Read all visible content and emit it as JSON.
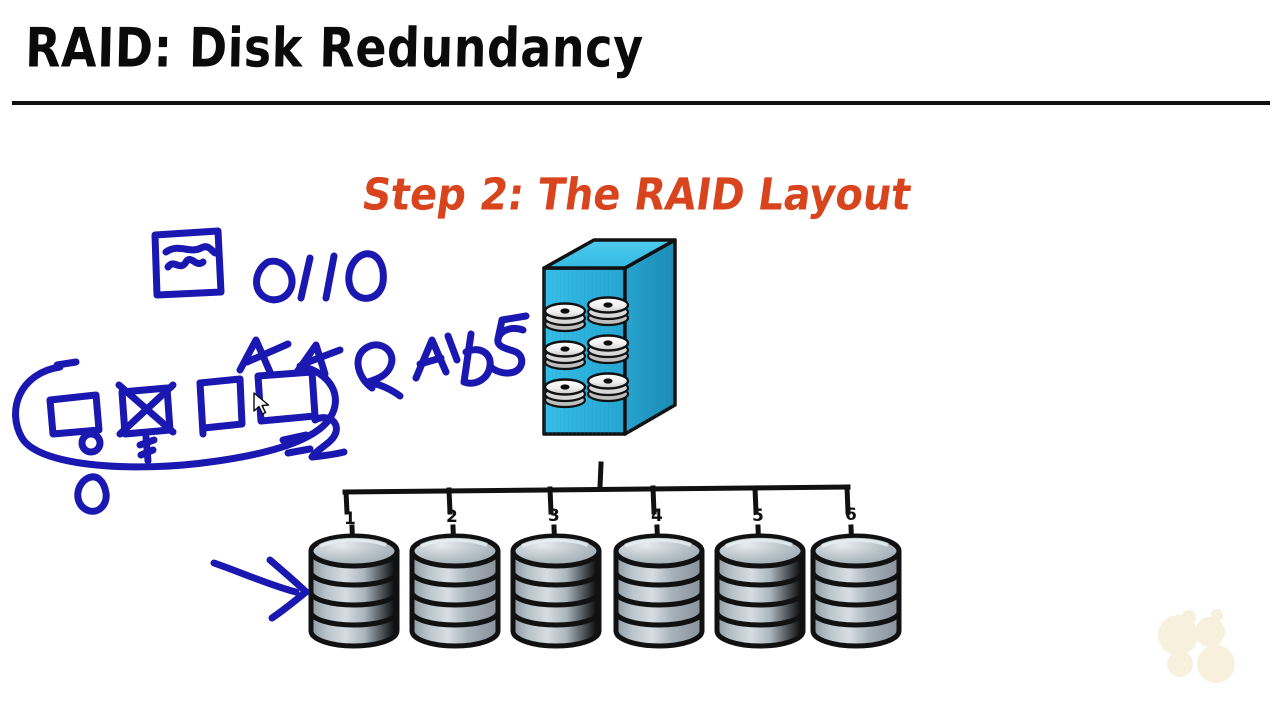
{
  "slide": {
    "title": "RAID: Disk Redundancy",
    "step_heading": "Step 2: The RAID Layout",
    "background_color": "#ffffff",
    "rule_color": "#111111"
  },
  "colors": {
    "ink_blue": "#1a18b0",
    "heading_orange": "#d8441e",
    "tower_body": "#2fb4de",
    "tower_top": "#38bfe6",
    "tower_side": "#1f93bd",
    "disk_light": "#c9d2d8",
    "disk_mid": "#9aa6ae",
    "disk_dark": "#7e8b94",
    "outline": "#111111",
    "watermark": "#f7f1e0"
  },
  "annotations": {
    "binary_label": "0110",
    "raid_label": "RAID5",
    "zero_label": "0",
    "equals_two_label": "=2",
    "description": "blue handwritten ink overlay: a document icon with squiggles, the bits 0110, a row of four boxes with one crossed out and one circled, an encircling oval, the label RAID5, and an arrow pointing at the first disk"
  },
  "server_tower": {
    "label": "raid-server-tower",
    "disk_rows": 3,
    "disk_columns": 2,
    "total_bays": 6,
    "platters_per_bay": 3
  },
  "disk_array": {
    "label": "raid-disk-array",
    "count": 6,
    "disks": [
      {
        "number": "1"
      },
      {
        "number": "2"
      },
      {
        "number": "3"
      },
      {
        "number": "4"
      },
      {
        "number": "5"
      },
      {
        "number": "6"
      }
    ],
    "bands_per_disk": 4,
    "connector": "bus-with-six-drops-and-center-stem"
  }
}
